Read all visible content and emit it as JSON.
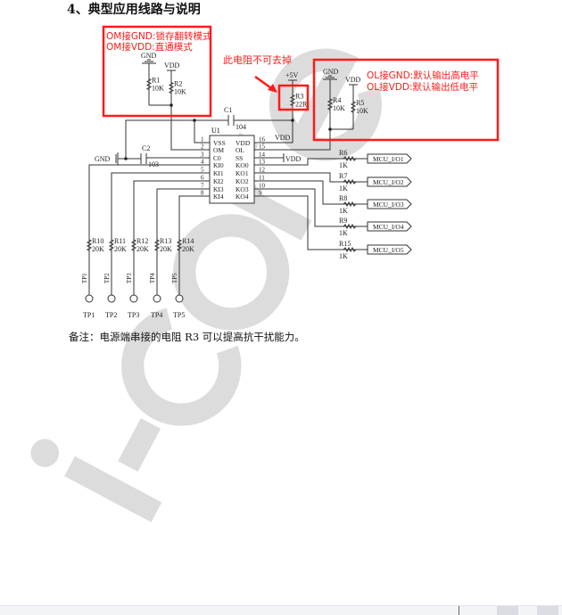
{
  "title": "4、典型应用线路与说明",
  "note": "备注：电源端串接的电阻 R3 可以提高抗干扰能力。",
  "watermark": "i-core",
  "colors": {
    "annotation": "#ff1a1a",
    "wire": "#333333",
    "watermark": "#dcdcdc"
  },
  "annotations": {
    "om_gnd": "OM接GND:锁存翻转模式",
    "om_vdd": "OM接VDD:直通模式",
    "r3_warning": "此电阻不可去掉",
    "ol_gnd": "OL接GND:默认输出高电平",
    "ol_vdd": "OL接VDD:默认输出低电平"
  },
  "chip": {
    "ref": "U1",
    "left_pins": [
      {
        "num": "1",
        "name": "VSS"
      },
      {
        "num": "2",
        "name": "OM"
      },
      {
        "num": "3",
        "name": "C0"
      },
      {
        "num": "4",
        "name": "KI0"
      },
      {
        "num": "5",
        "name": "KI1"
      },
      {
        "num": "6",
        "name": "KI2"
      },
      {
        "num": "7",
        "name": "KI3"
      },
      {
        "num": "8",
        "name": "KI4"
      }
    ],
    "right_pins": [
      {
        "num": "16",
        "name": "VDD"
      },
      {
        "num": "15",
        "name": "OL"
      },
      {
        "num": "14",
        "name": "SS"
      },
      {
        "num": "13",
        "name": "KO0"
      },
      {
        "num": "12",
        "name": "KO1"
      },
      {
        "num": "11",
        "name": "KO2"
      },
      {
        "num": "10",
        "name": "KO3"
      },
      {
        "num": "9",
        "name": "KO4"
      }
    ]
  },
  "power": {
    "gnd": "GND",
    "vdd": "VDD",
    "v5": "+5V"
  },
  "components": {
    "r1": {
      "ref": "R1",
      "val": "10K"
    },
    "r2": {
      "ref": "R2",
      "val": "10K"
    },
    "r3": {
      "ref": "R3",
      "val": "22R"
    },
    "r4": {
      "ref": "R4",
      "val": "10K"
    },
    "r5": {
      "ref": "R5",
      "val": "10K"
    },
    "c1": {
      "ref": "C1",
      "val": "104"
    },
    "c2": {
      "ref": "C2",
      "val": "103"
    }
  },
  "outputs": [
    {
      "ref": "R6",
      "val": "1K",
      "net": "MCU_I/O1"
    },
    {
      "ref": "R7",
      "val": "1K",
      "net": "MCU_I/O2"
    },
    {
      "ref": "R8",
      "val": "1K",
      "net": "MCU_I/O3"
    },
    {
      "ref": "R9",
      "val": "1K",
      "net": "MCU_I/O4"
    },
    {
      "ref": "R15",
      "val": "1K",
      "net": "MCU_I/O5"
    }
  ],
  "inputs": [
    {
      "ref": "R10",
      "val": "20K",
      "tp": "TP1"
    },
    {
      "ref": "R11",
      "val": "20K",
      "tp": "TP2"
    },
    {
      "ref": "R12",
      "val": "20K",
      "tp": "TP3"
    },
    {
      "ref": "R13",
      "val": "20K",
      "tp": "TP4"
    },
    {
      "ref": "R14",
      "val": "20K",
      "tp": "TP5"
    }
  ]
}
